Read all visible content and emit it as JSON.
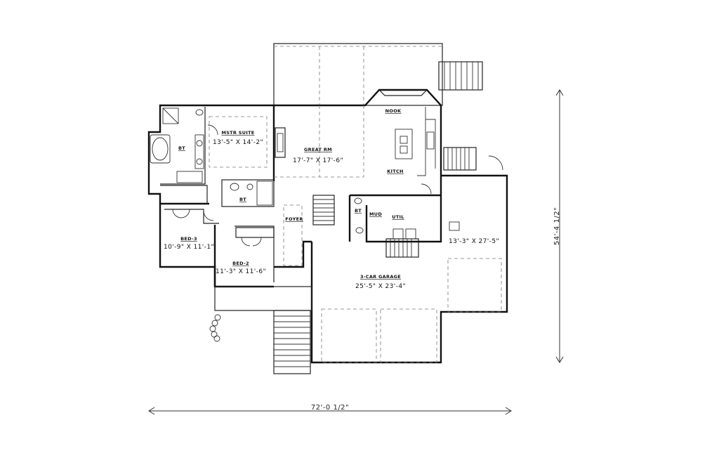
{
  "rooms": {
    "mstr_suite": {
      "name": "MSTR SUITE",
      "size": "13'-5\" X 14'-2\""
    },
    "great_rm": {
      "name": "GREAT RM",
      "size": "17'-7\" X 17'-6\""
    },
    "nook": {
      "name": "NOOK"
    },
    "kitch": {
      "name": "KITCH"
    },
    "bt_master": {
      "name": "BT"
    },
    "bt_hall": {
      "name": "BT"
    },
    "bt_mud": {
      "name": "BT"
    },
    "mud": {
      "name": "MUD"
    },
    "util": {
      "name": "UTIL"
    },
    "foyer": {
      "name": "FOYER"
    },
    "bed3": {
      "name": "BED-3",
      "size": "10'-9\" X 11'-1\""
    },
    "bed2": {
      "name": "BED-2",
      "size": "11'-3\" X 11'-6\""
    },
    "garage": {
      "name": "3-CAR GARAGE",
      "size": "25'-5\" X 23'-4\""
    },
    "garage_bay": {
      "size": "13'-3\" X 27'-5\""
    }
  },
  "dimensions": {
    "overall_width": "72'-0 1/2\"",
    "overall_depth": "54'-4 1/2\""
  }
}
